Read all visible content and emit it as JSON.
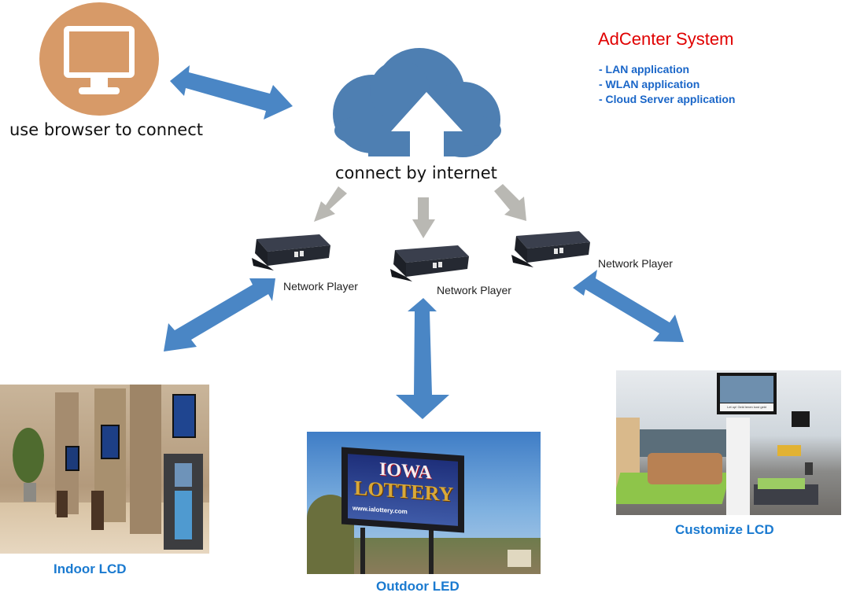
{
  "browser": {
    "icon": "monitor-icon",
    "label": "use browser to connect",
    "circle_color": "#d79a68"
  },
  "cloud": {
    "icon": "cloud-upload-icon",
    "label": "connect by internet",
    "color": "#4e7fb2"
  },
  "system": {
    "title": "AdCenter System",
    "features": [
      "- LAN application",
      "- WLAN application",
      "- Cloud Server application"
    ],
    "title_color": "#e00000",
    "feature_color": "#1a66c8"
  },
  "players": [
    {
      "label": "Network Player"
    },
    {
      "label": "Network Player"
    },
    {
      "label": "Network Player"
    }
  ],
  "displays": [
    {
      "label": "Indoor LCD"
    },
    {
      "label": "Outdoor LED",
      "billboard_line1": "IOWA",
      "billboard_line2": "LOTTERY",
      "billboard_url": "www.ialottery.com"
    },
    {
      "label": "Customize LCD",
      "screen_text": "Let op! Geld lenen kost geld"
    }
  ],
  "colors": {
    "blue_arrow": "#4a86c5",
    "gray_arrow": "#b9b8b3",
    "caption_blue": "#1a7ad0"
  }
}
